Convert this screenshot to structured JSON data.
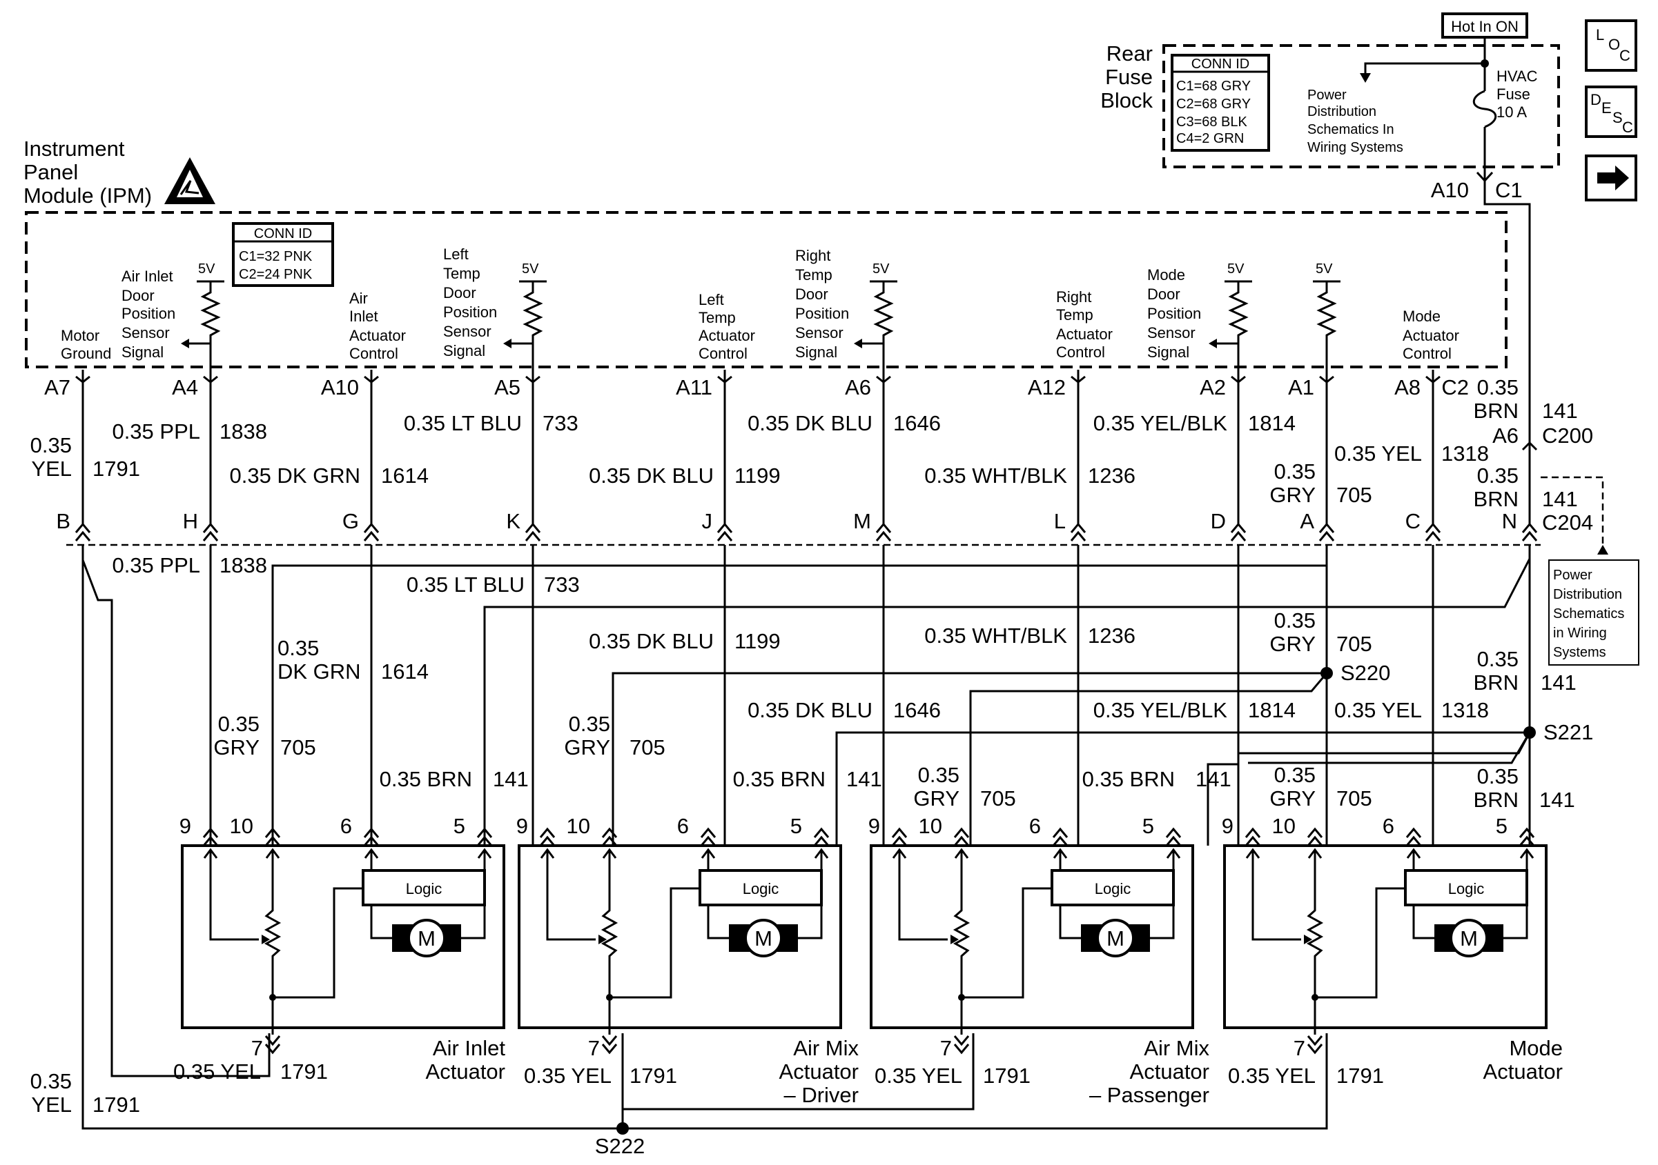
{
  "hot_in_on": "Hot In ON",
  "rear_fuse_block": {
    "line1": "Rear",
    "line2": "Fuse",
    "line3": "Block"
  },
  "fuse_conn": {
    "title": "CONN ID",
    "items": [
      "C1=68 GRY",
      "C2=68 GRY",
      "C3=68 BLK",
      "C4=2 GRN"
    ]
  },
  "power_dist_1": [
    "Power",
    "Distribution",
    "Schematics In",
    "Wiring Systems"
  ],
  "fuse": {
    "line1": "HVAC",
    "line2": "Fuse",
    "line3": "10 A"
  },
  "fuse_out": {
    "pin": "A10",
    "conn": "C1"
  },
  "nav": {
    "loc": [
      "L",
      "O",
      "C"
    ],
    "desc": [
      "D",
      "E",
      "S",
      "C"
    ],
    "arrow": "➡"
  },
  "ipm": {
    "line1": "Instrument",
    "line2": "Panel",
    "line3": "Module (IPM)"
  },
  "ipm_conn": {
    "title": "CONN ID",
    "items": [
      "C1=32 PNK",
      "C2=24 PNK"
    ]
  },
  "v5": "5V",
  "ipm_labels": {
    "motor_ground": [
      "Motor",
      "Ground"
    ],
    "air_inlet_sensor": [
      "Air Inlet",
      "Door",
      "Position",
      "Sensor",
      "Signal"
    ],
    "air_inlet_control": [
      "Air",
      "Inlet",
      "Actuator",
      "Control"
    ],
    "left_temp_sensor": [
      "Left",
      "Temp",
      "Door",
      "Position",
      "Sensor",
      "Signal"
    ],
    "left_temp_control": [
      "Left",
      "Temp",
      "Actuator",
      "Control"
    ],
    "right_temp_sensor": [
      "Right",
      "Temp",
      "Door",
      "Position",
      "Sensor",
      "Signal"
    ],
    "right_temp_control": [
      "Right",
      "Temp",
      "Actuator",
      "Control"
    ],
    "mode_sensor": [
      "Mode",
      "Door",
      "Position",
      "Sensor",
      "Signal"
    ],
    "mode_control": [
      "Mode",
      "Actuator",
      "Control"
    ]
  },
  "ipm_pins": [
    "A7",
    "A4",
    "A10",
    "A5",
    "A11",
    "A6",
    "A12",
    "A2",
    "A1",
    "A8",
    "C2"
  ],
  "c204_pins": [
    "B",
    "H",
    "G",
    "K",
    "J",
    "M",
    "L",
    "D",
    "A",
    "C",
    "N"
  ],
  "wires_upper": {
    "a7_size": "0.35",
    "a7_color": "YEL",
    "a7_circuit": "1791",
    "a4": "0.35 PPL",
    "a4_c": "1838",
    "a10": "0.35 DK GRN",
    "a10_c": "1614",
    "a5": "0.35 LT BLU",
    "a5_c": "733",
    "a11": "0.35 DK BLU",
    "a11_c": "1199",
    "a6": "0.35 DK BLU",
    "a6_c": "1646",
    "a12": "0.35 WHT/BLK",
    "a12_c": "1236",
    "a2": "0.35 YEL/BLK",
    "a2_c": "1814",
    "a1_size": "0.35",
    "a1_color": "GRY",
    "a1_c": "705",
    "a8": "0.35 YEL",
    "a8_c": "1318",
    "c2_size": "0.35",
    "c2_color": "BRN",
    "c2_c": "141",
    "c2_pin": "A6",
    "c2_conn": "C200",
    "c204_size": "0.35",
    "c204_color": "BRN",
    "c204_c": "141",
    "c204_conn": "C204"
  },
  "power_dist_2": [
    "Power",
    "Distribution",
    "Schematics",
    "in Wiring",
    "Systems"
  ],
  "wires_lower": {
    "ppl": "0.35 PPL",
    "ppl_c": "1838",
    "ltblu": "0.35 LT BLU",
    "ltblu_c": "733",
    "dkgrn_size": "0.35",
    "dkgrn_color": "DK GRN",
    "dkgrn_c": "1614",
    "dkblu1": "0.35 DK BLU",
    "dkblu1_c": "1199",
    "whtblk": "0.35 WHT/BLK",
    "whtblk_c": "1236",
    "gry_size": "0.35",
    "gry_color": "GRY",
    "gry_c": "705",
    "s220": "S220",
    "brn_size": "0.35",
    "brn_color": "BRN",
    "brn_c": "141",
    "dkblu2": "0.35 DK BLU",
    "dkblu2_c": "1646",
    "yelblk": "0.35 YEL/BLK",
    "yelblk_c": "1814",
    "yel": "0.35 YEL",
    "yel_c": "1318",
    "s221": "S221",
    "gry_a": "0.35",
    "gry_b": "GRY",
    "gry_n": "705",
    "brn_a": "0.35 BRN",
    "brn_n": "141",
    "brn_top": "0.35",
    "brn_bot": "BRN",
    "brn_num": "141"
  },
  "actuator_pins": [
    "9",
    "10",
    "6",
    "5"
  ],
  "logic": "Logic",
  "motor": "M",
  "ground_pin": "7",
  "ground_wire": "0.35 YEL",
  "ground_c": "1791",
  "actuators": {
    "inlet": [
      "Air Inlet",
      "Actuator"
    ],
    "driver": [
      "Air Mix",
      "Actuator",
      "– Driver"
    ],
    "passenger": [
      "Air Mix",
      "Actuator",
      "– Passenger"
    ],
    "mode": [
      "Mode",
      "Actuator"
    ]
  },
  "bottom_wire": {
    "size": "0.35",
    "color": "YEL",
    "circuit": "1791"
  },
  "s222": "S222"
}
